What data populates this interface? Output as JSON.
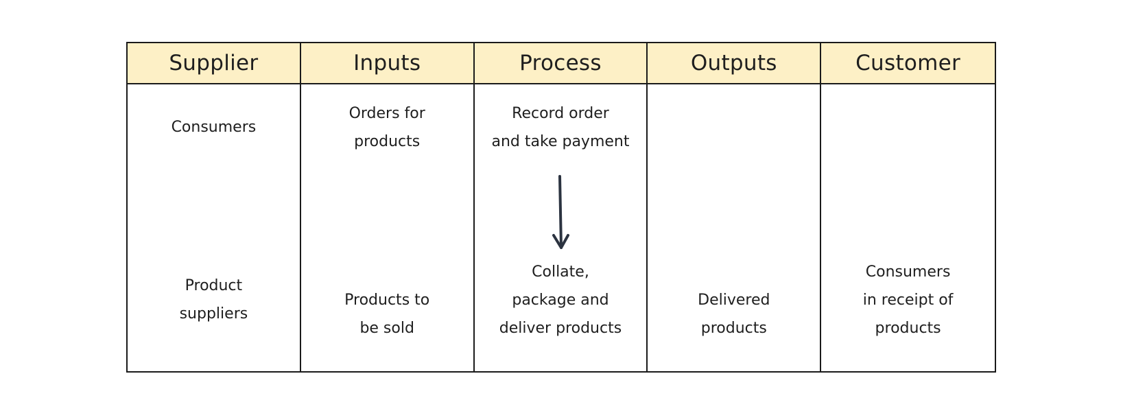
{
  "headers": [
    "Supplier",
    "Inputs",
    "Process",
    "Outputs",
    "Customer"
  ],
  "supplier": {
    "top": "Consumers",
    "bottom": "Product\nsuppliers"
  },
  "inputs": {
    "top": "Orders for\nproducts",
    "bottom": "Products to\nbe sold"
  },
  "process": {
    "top": "Record order\nand take payment",
    "bottom": "Collate,\npackage and\ndeliver products"
  },
  "outputs": {
    "bottom": "Delivered\nproducts"
  },
  "customer": {
    "bottom": "Consumers\nin receipt of\nproducts"
  },
  "colors": {
    "header_fill": "#fdf0c6",
    "border": "#1a1a1a",
    "arrow": "#2b3340"
  },
  "icons": {
    "process_flow": "arrow-down-icon"
  }
}
